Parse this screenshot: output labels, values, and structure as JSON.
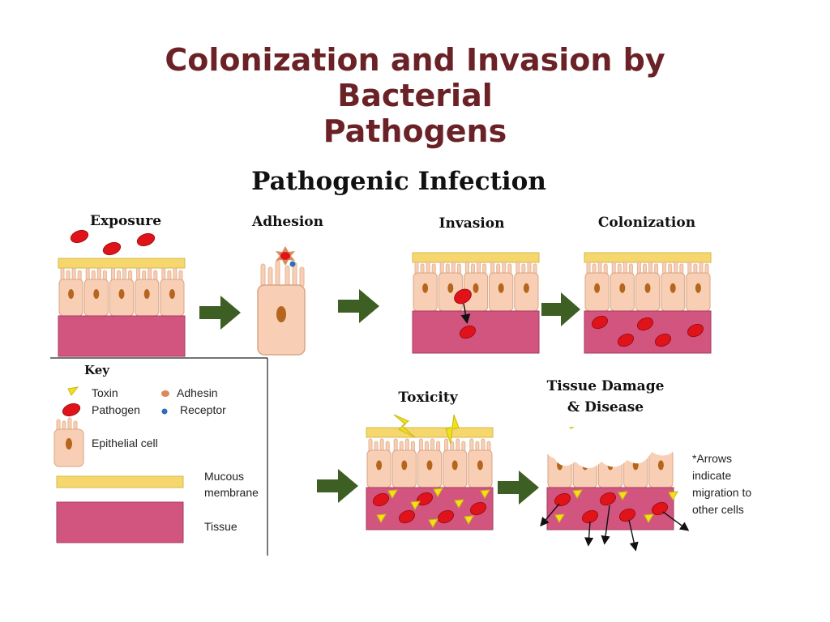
{
  "slide": {
    "title_line1": "Colonization and Invasion by Bacterial",
    "title_line2": "Pathogens"
  },
  "diagram": {
    "heading": "Pathogenic Infection",
    "steps": {
      "exposure": "Exposure",
      "adhesion": "Adhesion",
      "invasion": "Invasion",
      "colonization": "Colonization",
      "toxicity": "Toxicity",
      "tissue_damage_line1": "Tissue Damage",
      "tissue_damage_line2": "& Disease"
    },
    "key": {
      "title": "Key",
      "toxin": "Toxin",
      "adhesin": "Adhesin",
      "pathogen": "Pathogen",
      "receptor": "Receptor",
      "epithelial": "Epithelial cell",
      "mucous_line1": "Mucous",
      "mucous_line2": "membrane",
      "tissue": "Tissue"
    },
    "note": [
      "*Arrows",
      "indicate",
      "migration to",
      "other cells"
    ],
    "colors": {
      "title": "#6b2226",
      "mucous": "#f5d76e",
      "cell": "#f8cfb4",
      "cell_border": "#d9a586",
      "nucleus": "#b5651d",
      "tissue": "#d1557f",
      "pathogen": "#e0131b",
      "toxin": "#f2e01a",
      "arrow": "#3e5f23",
      "receptor": "#2f6db5",
      "adhesin": "#d98a5a"
    }
  }
}
